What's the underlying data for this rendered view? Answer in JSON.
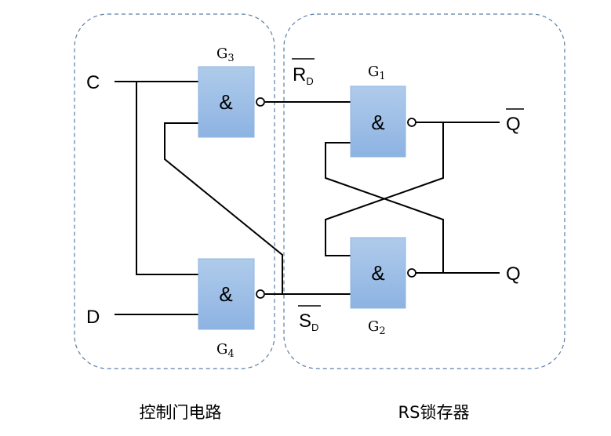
{
  "diagram": {
    "groups": [
      {
        "id": "control",
        "label": "控制门电路"
      },
      {
        "id": "latch",
        "label": "RS锁存器"
      }
    ],
    "inputs": {
      "c": "C",
      "d": "D"
    },
    "outputs": {
      "q_bar": "Q",
      "q": "Q"
    },
    "signals": {
      "r_d": {
        "main": "R",
        "sub": "D"
      },
      "s_d": {
        "main": "S",
        "sub": "D"
      }
    },
    "gates": [
      {
        "id": "G1",
        "main": "G",
        "sub": "1",
        "symbol": "&"
      },
      {
        "id": "G2",
        "main": "G",
        "sub": "2",
        "symbol": "&"
      },
      {
        "id": "G3",
        "main": "G",
        "sub": "3",
        "symbol": "&"
      },
      {
        "id": "G4",
        "main": "G",
        "sub": "4",
        "symbol": "&"
      }
    ],
    "colors": {
      "gate_top": "#afcbeb",
      "gate_bottom": "#8db3e2",
      "group_border": "#5a7fa6"
    }
  }
}
